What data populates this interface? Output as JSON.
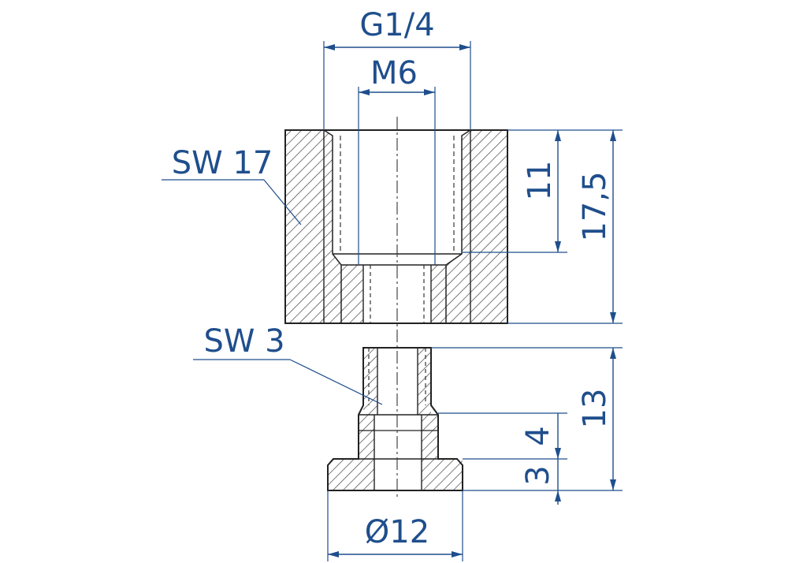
{
  "colors": {
    "outline": "#222222",
    "hatch": "#444444",
    "dimension": "#1f4e8c",
    "centerline": "#333333",
    "background": "#ffffff"
  },
  "labels": {
    "g14": "G1/4",
    "m6": "M6",
    "sw17": "SW 17",
    "sw3": "SW 3",
    "dim11": "11",
    "dim175": "17,5",
    "dim13": "13",
    "dim4": "4",
    "dim3": "3",
    "dia12": "Ø12"
  }
}
